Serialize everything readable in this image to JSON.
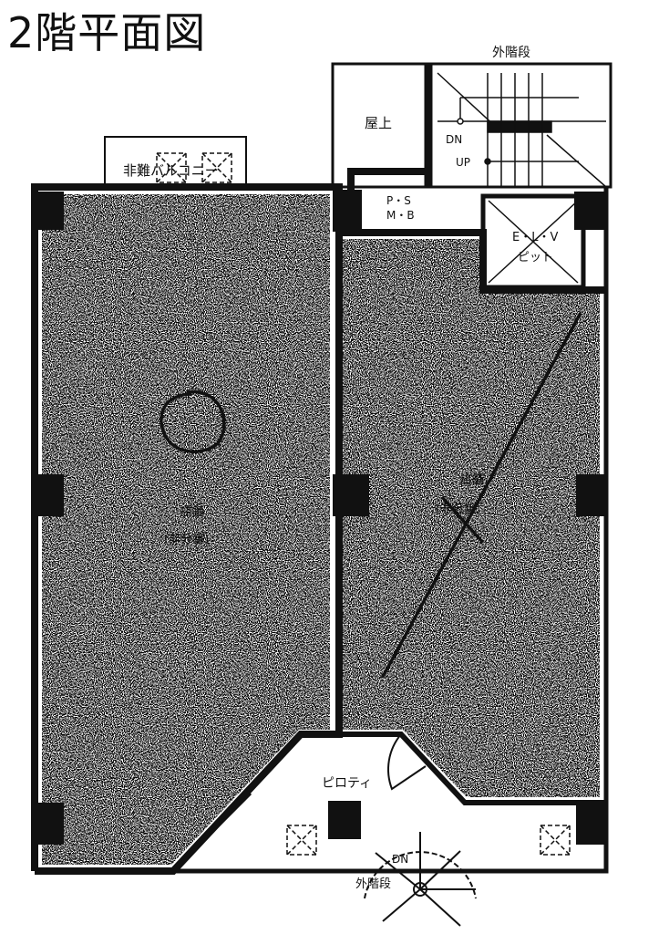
{
  "title": "2階平面図",
  "labels": {
    "outer_stairs_top": "外階段",
    "rooftop": "屋上",
    "stairs_dn": "DN",
    "stairs_up": "UP",
    "ps": "P・S",
    "mb": "M・B",
    "elv": "E・L・V",
    "pit": "ピット",
    "balcony": "非難バルコニー",
    "shop_left": "店舗",
    "shop_left_note": "(非分譲)",
    "shop_right": "店舗",
    "shop_right_note": "(非分譲)",
    "pilotis": "ピロティ",
    "spiral_dn": "DN",
    "outer_stairs_bottom": "外階段"
  },
  "colors": {
    "ink": "#111111",
    "paper": "#ffffff"
  }
}
